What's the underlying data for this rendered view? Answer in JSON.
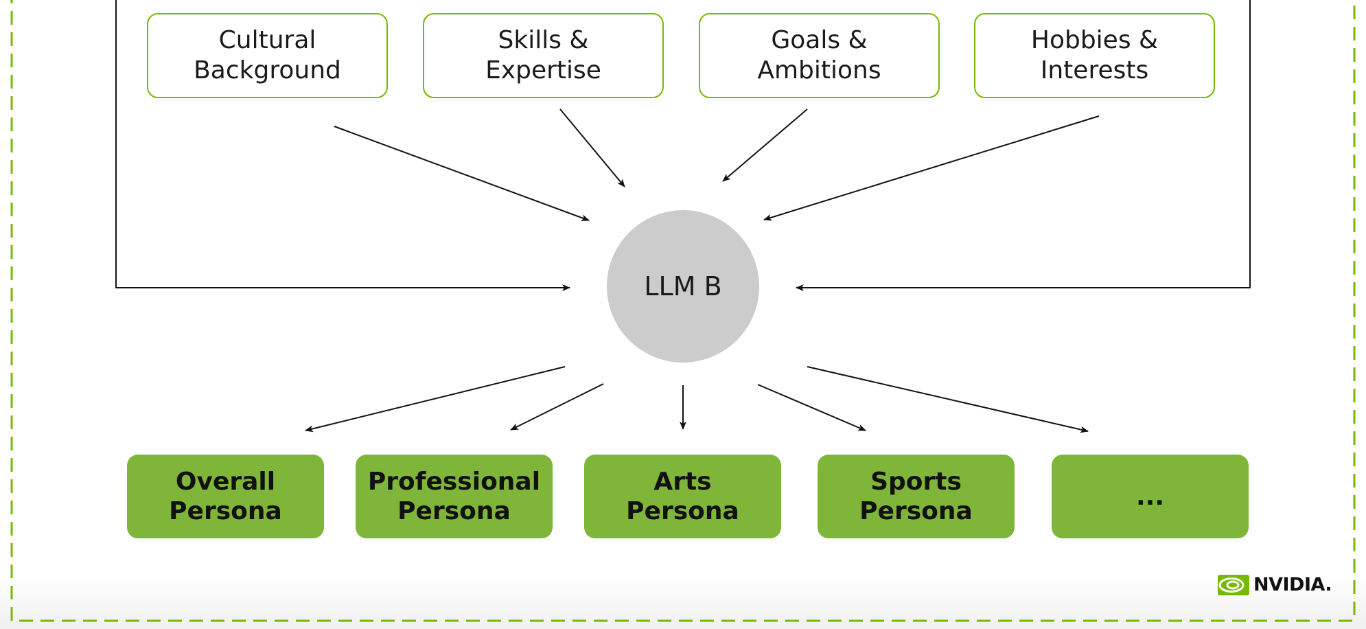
{
  "inputs": [
    {
      "label": "Cultural\nBackground"
    },
    {
      "label": "Skills &\nExpertise"
    },
    {
      "label": "Goals &\nAmbitions"
    },
    {
      "label": "Hobbies &\nInterests"
    }
  ],
  "center": {
    "label": "LLM B"
  },
  "outputs": [
    {
      "label": "Overall\nPersona"
    },
    {
      "label": "Professional\nPersona"
    },
    {
      "label": "Arts\nPersona"
    },
    {
      "label": "Sports\nPersona"
    },
    {
      "label": "..."
    }
  ],
  "logo": {
    "text": "NVIDIA."
  },
  "colors": {
    "accent": "#76b900",
    "output_fill": "#7fb539",
    "node_fill": "#cccccc",
    "line": "#111111"
  }
}
